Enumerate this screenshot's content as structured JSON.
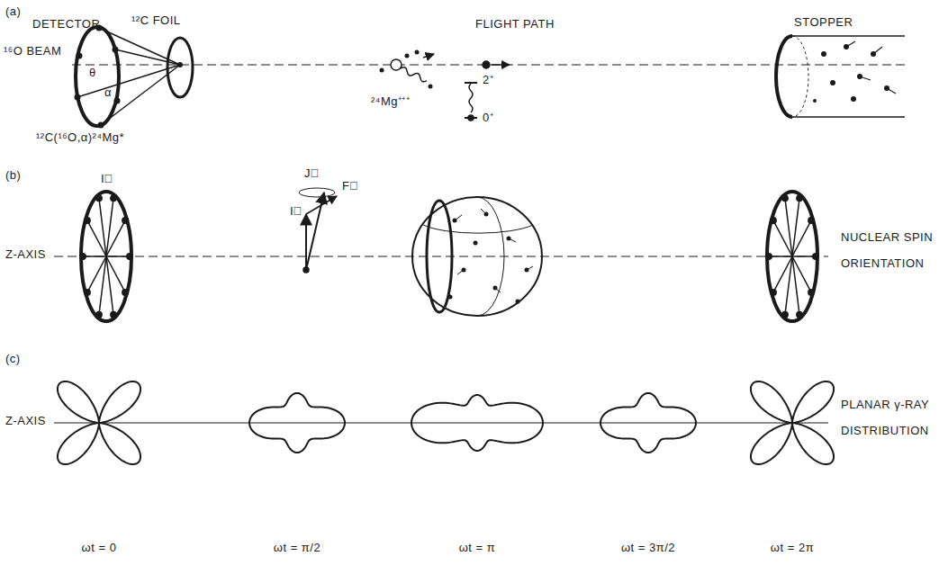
{
  "diagram": {
    "labels": [
      "(a)",
      "DETECTOR",
      "¹²C FOIL",
      "FLIGHT PATH",
      "STOPPER",
      "¹⁶O BEAM",
      "θ",
      "α",
      "¹²C(¹⁶O,α)²⁴Mg*",
      "²⁴Mg⁺⁺⁺",
      "2⁺",
      "0⁺",
      "(b)",
      "I⃗",
      "Z-AXIS",
      "J⃗",
      "F⃗",
      "I⃗",
      "NUCLEAR SPIN ORIENTATION",
      "(c)",
      "Z-AXIS",
      "PLANAR γ-RAY DISTRIBUTION",
      "ωt = 0",
      "ωt = π/2",
      "ωt = π",
      "ωt = 3π/2",
      "ωt = 2π"
    ]
  }
}
